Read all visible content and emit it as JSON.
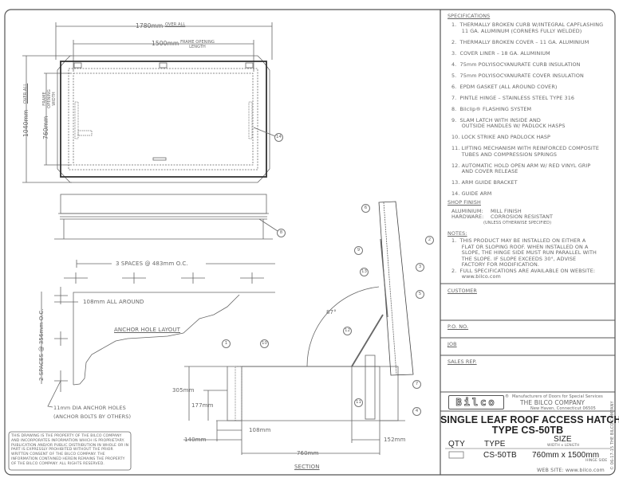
{
  "plan_view": {
    "overall_length": "1780mm",
    "overall_length_note": "OVER ALL",
    "opening_length": "1500mm",
    "opening_length_note": "FRAME OPENING LENGTH",
    "overall_width": "1040mm",
    "overall_width_note": "OVER ALL",
    "opening_width": "760mm",
    "opening_width_note": "FRAME OPENING WIDTH",
    "callout": "14"
  },
  "elevation_view": {
    "callout": "8"
  },
  "anchor_layout": {
    "spacing_long": "3 SPACES @ 483mm O.C.",
    "spacing_short": "2 SPACES @ 356mm O.C.",
    "offset": "108mm ALL AROUND",
    "title": "ANCHOR HOLE LAYOUT",
    "holes_line1": "11mm DIA ANCHOR HOLES",
    "holes_line2": "(ANCHOR BOLTS BY OTHERS)"
  },
  "disclaimer": "THIS DRAWING IS THE PROPERTY OF THE BILCO COMPANY AND INCORPORATES INFORMATION WHICH IS PROPRIETARY. PUBLICATION AND/OR PUBLIC DISTRIBUTION IN WHOLE OR IN PART IS EXPRESSLY PROHIBITED WITHOUT THE PRIOR WRITTEN CONSENT OF THE BILCO COMPANY. THE INFORMATION CONTAINED HEREIN REMAINS THE PROPERTY OF THE BILCO COMPANY. ALL RIGHTS RESERVED.",
  "section": {
    "title": "SECTION",
    "angle": "87°",
    "dim_height": "305mm",
    "dim_insulation": "177mm",
    "dim_flange": "140mm",
    "dim_curb": "108mm",
    "dim_opening": "760mm",
    "dim_hinge": "152mm",
    "callouts": [
      "1",
      "10",
      "6",
      "9",
      "13",
      "12",
      "2",
      "3",
      "5",
      "7",
      "11",
      "4"
    ]
  },
  "specifications": {
    "heading": "SPECIFICATIONS",
    "items": [
      "1.  THERMALLY BROKEN CURB W/INTEGRAL CAPFLASHING\n      11 GA. ALUMINUM (CORNERS FULLY WELDED)",
      "2.  THERMALLY BROKEN COVER – 11 GA. ALUMINIUM",
      "3.  COVER LINER – 18 GA. ALUMINIUM",
      "4.  75mm POLYISOCYANURATE CURB INSULATION",
      "5.  75mm POLYISOCYANURATE COVER INSULATION",
      "6.  EPDM GASKET (ALL AROUND COVER)",
      "7.  PINTLE HINGE – STAINLESS STEEL TYPE 316",
      "8.  Bilclip® FLASHING SYSTEM",
      "9.  SLAM LATCH WITH INSIDE AND\n      OUTSIDE HANDLES W/ PADLOCK HASPS",
      "10. LOCK STRIKE AND PADLOCK HASP",
      "11. LIFTING MECHANISM WITH REINFORCED COMPOSITE\n      TUBES AND COMPRESSION SPRINGS",
      "12. AUTOMATIC HOLD OPEN ARM W/ RED VINYL GRIP\n      AND COVER RELEASE",
      "13. ARM GUIDE BRACKET",
      "14. GUIDE ARM"
    ]
  },
  "shop_finish": {
    "heading": "SHOP FINISH",
    "aluminium_label": "ALUMINIUM:",
    "aluminium_value": "MILL FINISH",
    "hardware_label": "HARDWARE:",
    "hardware_value": "CORROSION RESISTANT",
    "note": "(UNLESS OTHERWISE SPECIFIED)"
  },
  "notes": {
    "heading": "NOTES:",
    "items": [
      "1.  THIS PRODUCT MAY BE INSTALLED ON EITHER A\n      FLAT OR SLOPING ROOF. WHEN INSTALLED ON A\n      SLOPE, THE HINGE SIDE MUST RUN PARALLEL WITH\n      THE SLOPE. IF SLOPE EXCEEDS 30°, ADVISE\n      FACTORY FOR MODIFICATION.",
      "2.  FULL SPECIFICATIONS ARE AVAILABLE ON WEBSITE:\n      www.bilco.com"
    ]
  },
  "fields": {
    "customer": "CUSTOMER",
    "po": "P.O. NO.",
    "job": "JOB",
    "sales_rep": "SALES REP."
  },
  "company": {
    "logo": "Bilco",
    "tagline": "Manufacturers of Doors for Special Services",
    "name": "THE   BILCO   COMPANY",
    "location": "New Haven, Connecticut 06505"
  },
  "product": {
    "title": "SINGLE LEAF ROOF ACCESS HATCH",
    "type_line": "TYPE CS-50TB",
    "qty_header": "QTY",
    "type_header": "TYPE",
    "size_header": "SIZE",
    "size_sub": "WIDTH x LENGTH",
    "type_value": "CS-50TB",
    "size_value": "760mm  x  1500mm",
    "hinge_side": "HINGE SIDE",
    "website": "WEB  SITE:  www.bilco.com"
  },
  "copyright": "© 06-17-15 THE BILCO COMPANY"
}
